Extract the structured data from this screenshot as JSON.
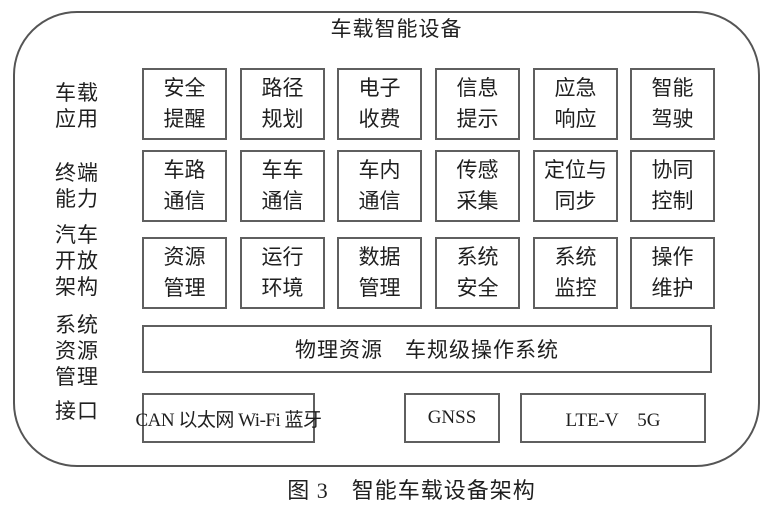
{
  "diagram": {
    "title": "车载智能设备",
    "caption": "图 3　智能车载设备架构",
    "row_labels": [
      {
        "label": "车载\n应用"
      },
      {
        "label": "终端\n能力"
      },
      {
        "label": "汽车\n开放\n架构"
      },
      {
        "label": "系统\n资源\n管理"
      },
      {
        "label": "接口"
      }
    ],
    "rows": [
      {
        "cells": [
          "安全\n提醒",
          "路径\n规划",
          "电子\n收费",
          "信息\n提示",
          "应急\n响应",
          "智能\n驾驶"
        ]
      },
      {
        "cells": [
          "车路\n通信",
          "车车\n通信",
          "车内\n通信",
          "传感\n采集",
          "定位与\n同步",
          "协同\n控制"
        ]
      },
      {
        "cells": [
          "资源\n管理",
          "运行\n环境",
          "数据\n管理",
          "系统\n安全",
          "系统\n监控",
          "操作\n维护"
        ]
      }
    ],
    "platform_box": "物理资源　车规级操作系统",
    "interface_boxes": [
      "CAN 以太网 Wi-Fi 蓝牙",
      "GNSS",
      "LTE-V　5G"
    ],
    "colors": {
      "box_border": "#5f5f5f",
      "frame_border": "#555555",
      "text": "#1f1f1f",
      "background": "#ffffff"
    }
  }
}
